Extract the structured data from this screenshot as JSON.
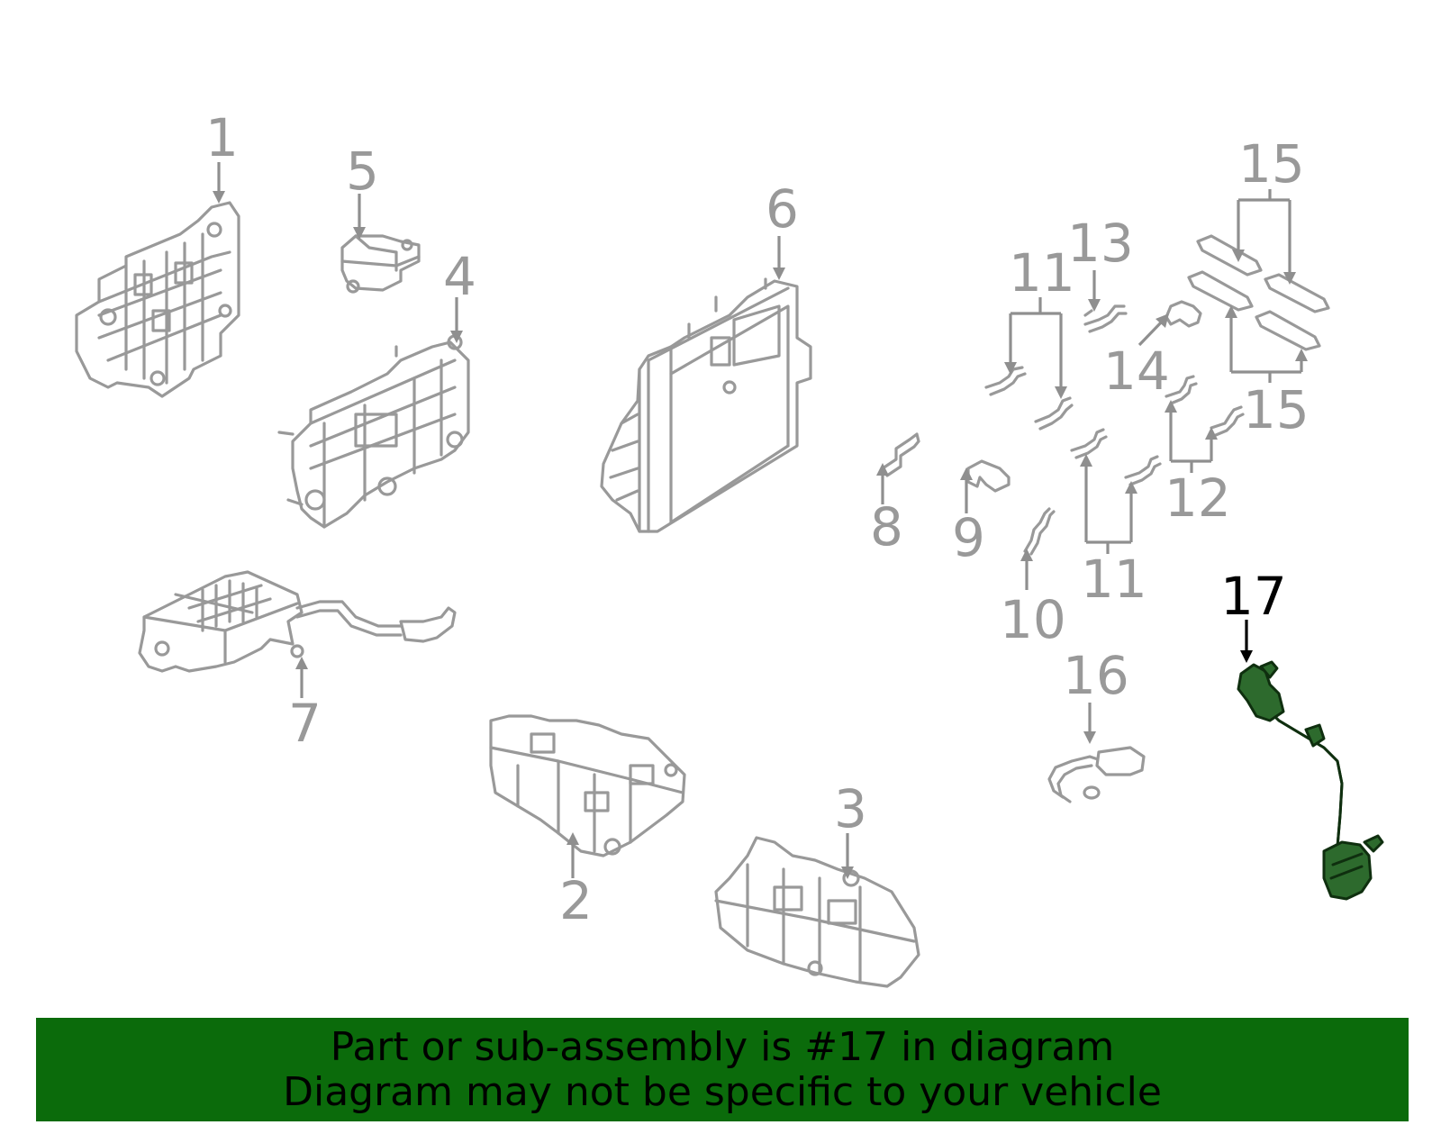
{
  "diagram": {
    "callouts": [
      {
        "id": "1",
        "label": "1"
      },
      {
        "id": "2",
        "label": "2"
      },
      {
        "id": "3",
        "label": "3"
      },
      {
        "id": "4",
        "label": "4"
      },
      {
        "id": "5",
        "label": "5"
      },
      {
        "id": "6",
        "label": "6"
      },
      {
        "id": "7",
        "label": "7"
      },
      {
        "id": "8",
        "label": "8"
      },
      {
        "id": "9",
        "label": "9"
      },
      {
        "id": "10",
        "label": "10"
      },
      {
        "id": "11a",
        "label": "11"
      },
      {
        "id": "11b",
        "label": "11"
      },
      {
        "id": "12",
        "label": "12"
      },
      {
        "id": "13",
        "label": "13"
      },
      {
        "id": "14",
        "label": "14"
      },
      {
        "id": "15a",
        "label": "15"
      },
      {
        "id": "15b",
        "label": "15"
      },
      {
        "id": "16",
        "label": "16"
      },
      {
        "id": "17",
        "label": "17"
      }
    ],
    "highlighted_part": "17",
    "colors": {
      "part_line": "#999999",
      "highlight_fill": "#2d6a2d",
      "banner_bg": "#0b6b0b"
    }
  },
  "banner": {
    "line1": "Part or sub-assembly is #17 in diagram",
    "line2": "Diagram may not be specific to your vehicle"
  }
}
